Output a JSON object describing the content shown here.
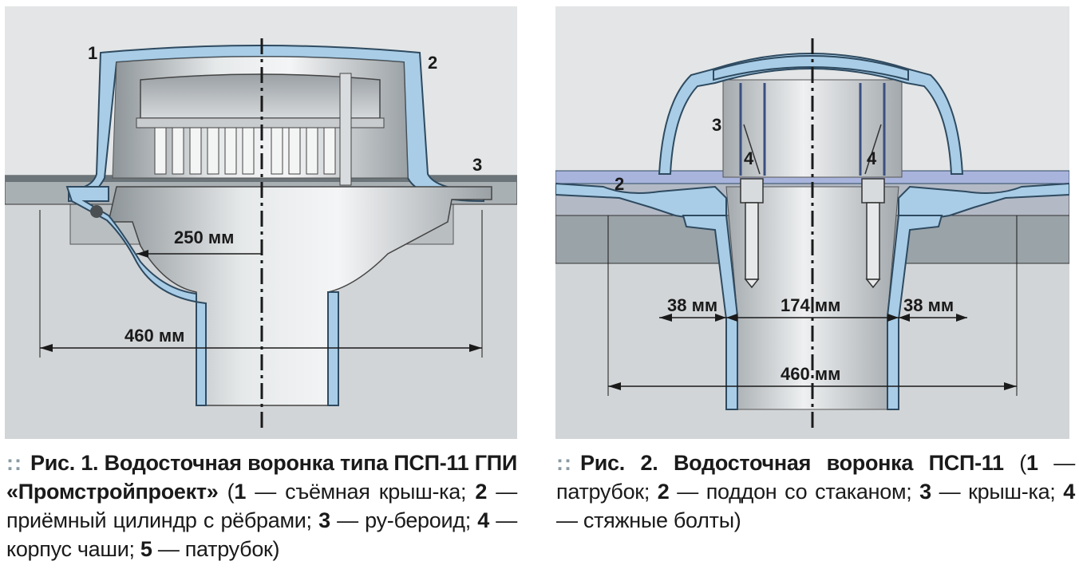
{
  "figure1": {
    "labels": {
      "n1": "1",
      "n2": "2",
      "n3": "3"
    },
    "dims": {
      "inner": "250 мм",
      "outer": "460 мм"
    }
  },
  "figure2": {
    "labels": {
      "n2": "2",
      "n3": "3",
      "n4a": "4",
      "n4b": "4"
    },
    "dims": {
      "left": "38 мм",
      "center": "174 мм",
      "right": "38 мм",
      "outer": "460 мм"
    }
  },
  "caption1": {
    "dots": "::",
    "fig": "Рис. 1.",
    "title": "Водосточная воронка типа ПСП-11 ГПИ «Промстройпроект»",
    "open": " (",
    "items": [
      {
        "num": "1",
        "text": " — съёмная крыш-ка; "
      },
      {
        "num": "2",
        "text": " — приёмный цилиндр с рёбрами; "
      },
      {
        "num": "3",
        "text": " — ру-бероид; "
      },
      {
        "num": "4",
        "text": " — корпус чаши; "
      },
      {
        "num": "5",
        "text": " — патрубок)"
      }
    ]
  },
  "caption2": {
    "dots": "::",
    "fig": "Рис. 2.",
    "title": "Водосточная воронка ПСП-11",
    "open": " (",
    "items": [
      {
        "num": "1",
        "text": " — патрубок; "
      },
      {
        "num": "2",
        "text": " — поддон со стаканом; "
      },
      {
        "num": "3",
        "text": " — крыш-ка; "
      },
      {
        "num": "4",
        "text": " — стяжные болты)"
      }
    ]
  },
  "colors": {
    "background": "#e3e5e6",
    "pipe_blue": "#a9cde6",
    "outline": "#3a5f7a",
    "metal": "#b9bec2",
    "slab": "#9aa3a8"
  }
}
